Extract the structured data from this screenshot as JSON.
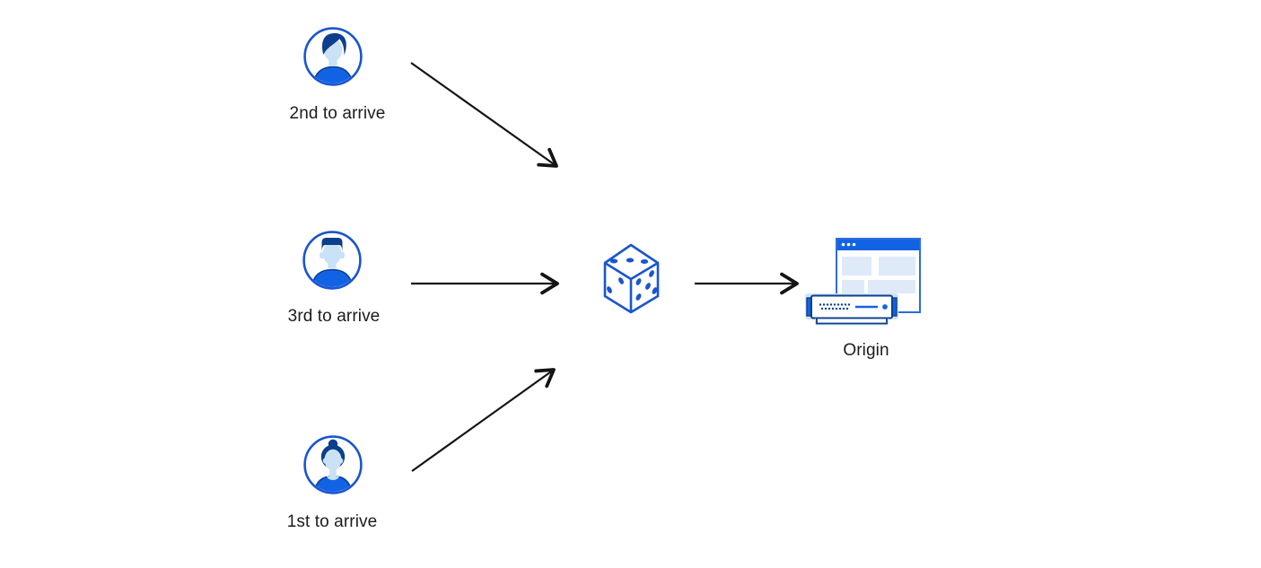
{
  "diagram": {
    "clients": [
      {
        "label": "2nd to arrive",
        "avatar": "male-swept-hair"
      },
      {
        "label": "3rd to arrive",
        "avatar": "male-flat-top-hair"
      },
      {
        "label": "1st to arrive",
        "avatar": "female-bun-hair"
      }
    ],
    "randomizer": {
      "icon": "dice",
      "pips": {
        "top_face": 3,
        "left_face": 2,
        "right_face": 5
      }
    },
    "origin": {
      "label": "Origin",
      "icon": "browser-window-with-server"
    },
    "flows": [
      {
        "from": "2nd to arrive",
        "to": "dice"
      },
      {
        "from": "3rd to arrive",
        "to": "dice"
      },
      {
        "from": "1st to arrive",
        "to": "dice"
      },
      {
        "from": "dice",
        "to": "Origin"
      }
    ]
  },
  "colors": {
    "background": "#ffffff",
    "arrow_line": "#141414",
    "text": "#1c1c1e",
    "primary_blue": "#1a55d0",
    "bright_blue": "#1263e4",
    "navy_blue": "#0d3f8e",
    "skin_light_blue": "#c9e2f6",
    "panel_light_blue": "#dfeaf8",
    "server_glow_blue": "#cfe4f8"
  }
}
